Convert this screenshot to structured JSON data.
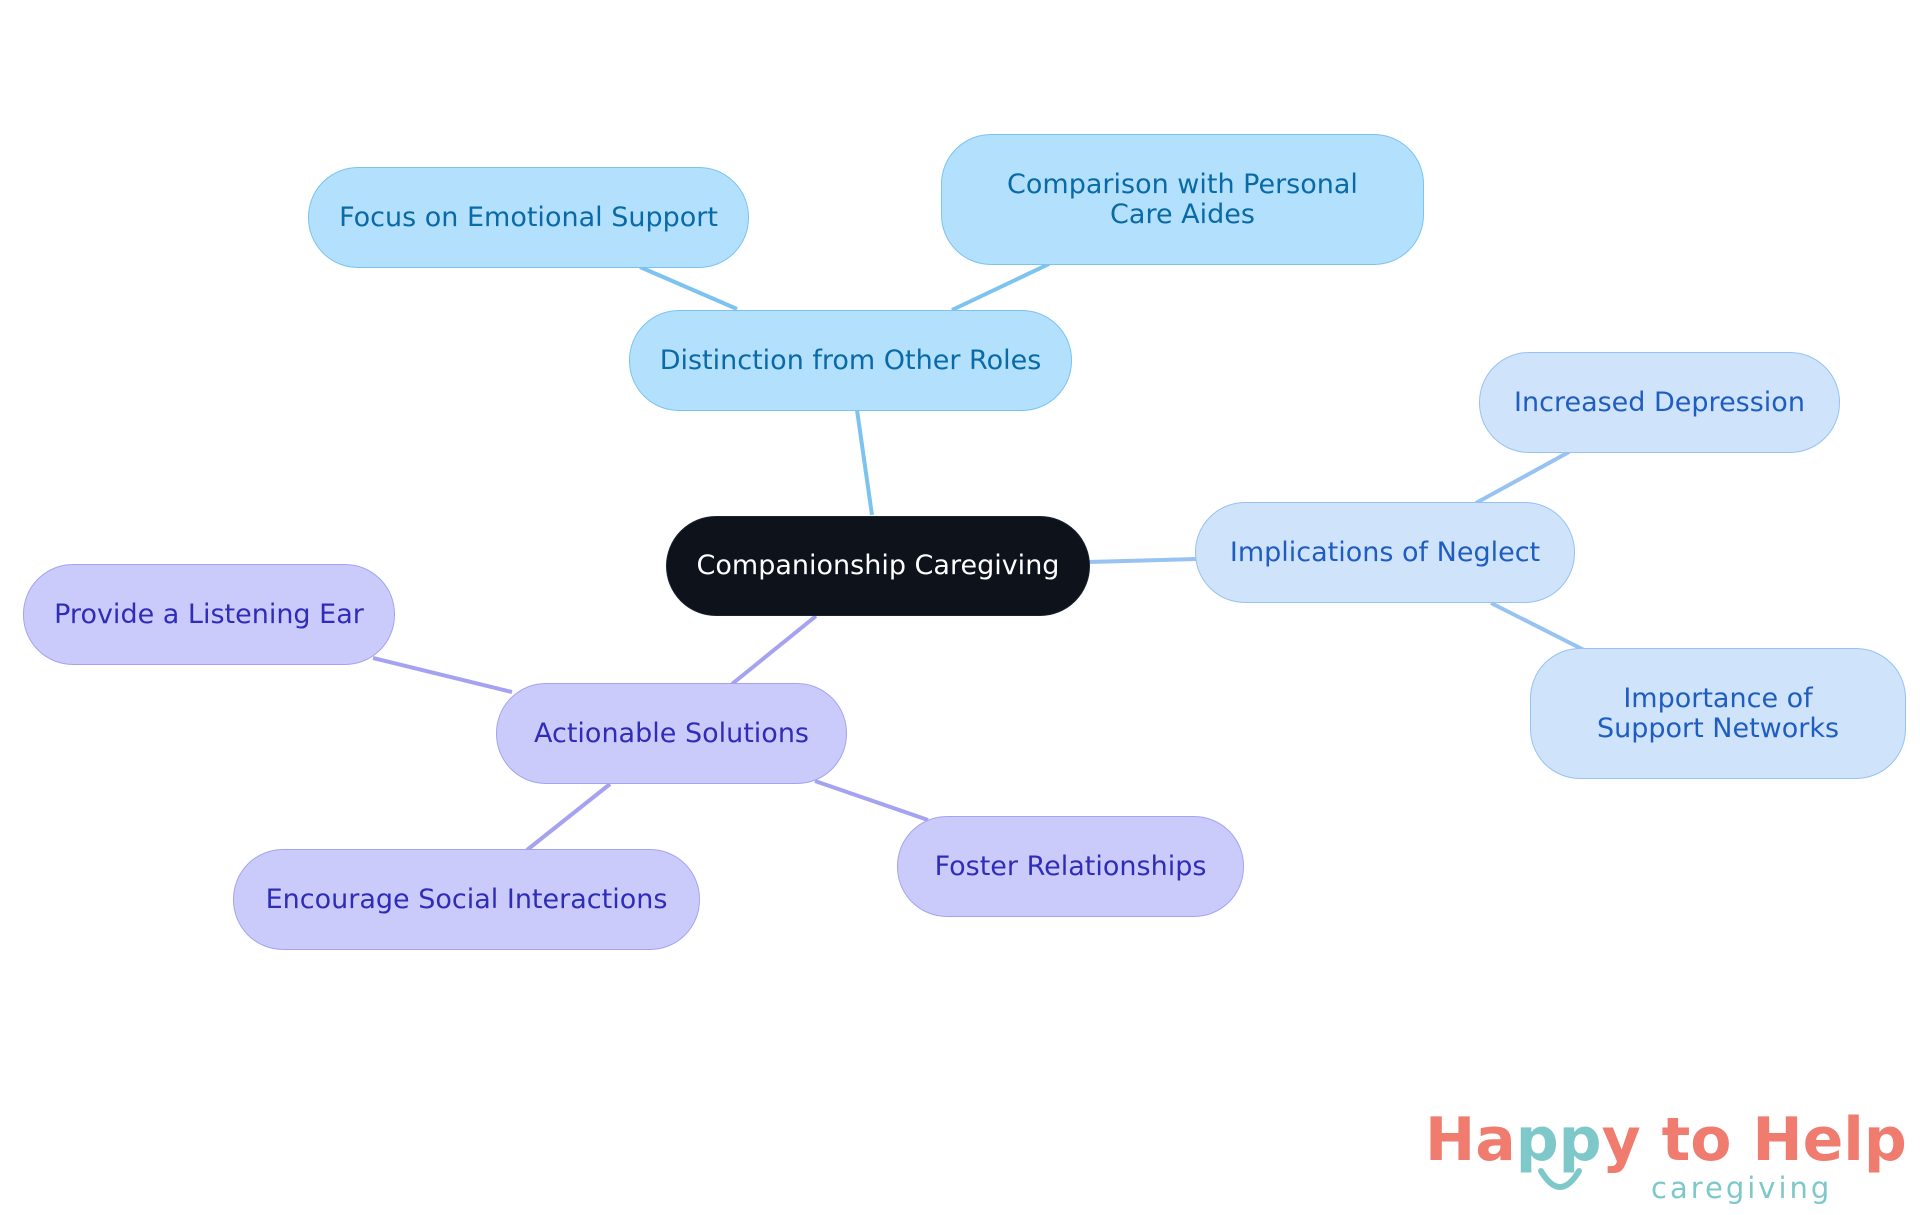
{
  "mindmap": {
    "root": "Companionship Caregiving",
    "branches": [
      {
        "label": "Distinction from Other Roles",
        "children": [
          "Focus on Emotional Support",
          "Comparison with Personal Care Aides"
        ]
      },
      {
        "label": "Implications of Neglect",
        "children": [
          "Increased Depression",
          "Importance of Support Networks"
        ]
      },
      {
        "label": "Actionable Solutions",
        "children": [
          "Provide a Listening Ear",
          "Encourage Social Interactions",
          "Foster Relationships"
        ]
      }
    ]
  },
  "logo": {
    "text_ha": "Ha",
    "text_pp": "pp",
    "text_rest": "y to Help",
    "tagline": "caregiving"
  },
  "colors": {
    "root_fill": "#0d121b",
    "branch_blue": "#b3e0fd",
    "branch_lightblue": "#cfe3fb",
    "branch_purple": "#cbcbfb",
    "logo_coral": "#ef7c6e",
    "logo_teal": "#7fc8c9"
  }
}
